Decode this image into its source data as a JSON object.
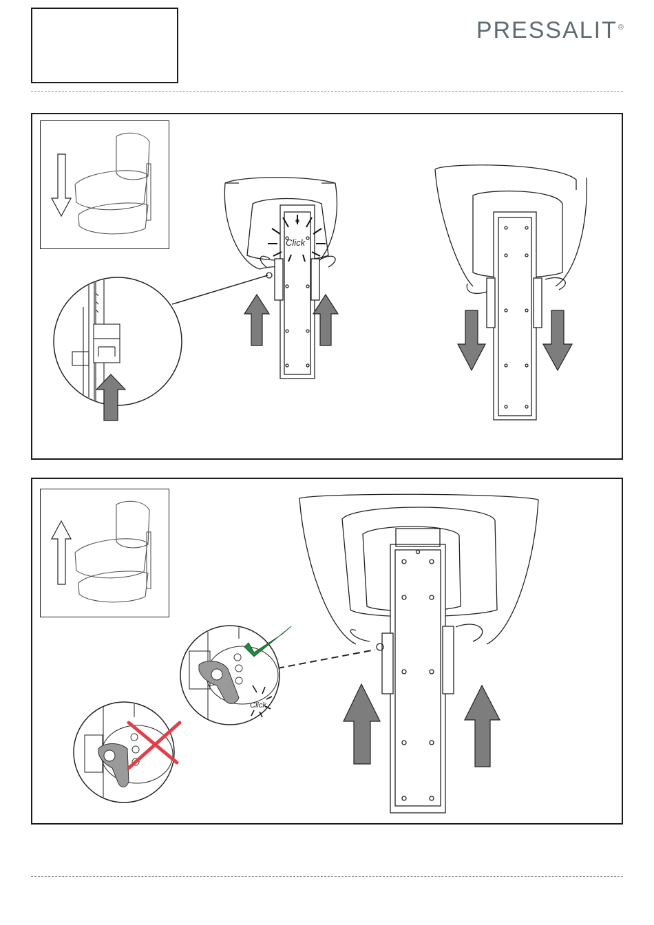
{
  "header": {
    "brand": "PRESSALIT",
    "brand_mark": "®",
    "label_box_text": ""
  },
  "panel_lower": {
    "click_label": "Click",
    "thumb_arrow": "down-arrow-icon",
    "arrow_color": "#7d7d7d"
  },
  "panel_raise": {
    "click_label": "Click",
    "thumb_arrow": "up-arrow-icon",
    "correct_color": "#1e8a3c",
    "wrong_color": "#e0404a"
  }
}
